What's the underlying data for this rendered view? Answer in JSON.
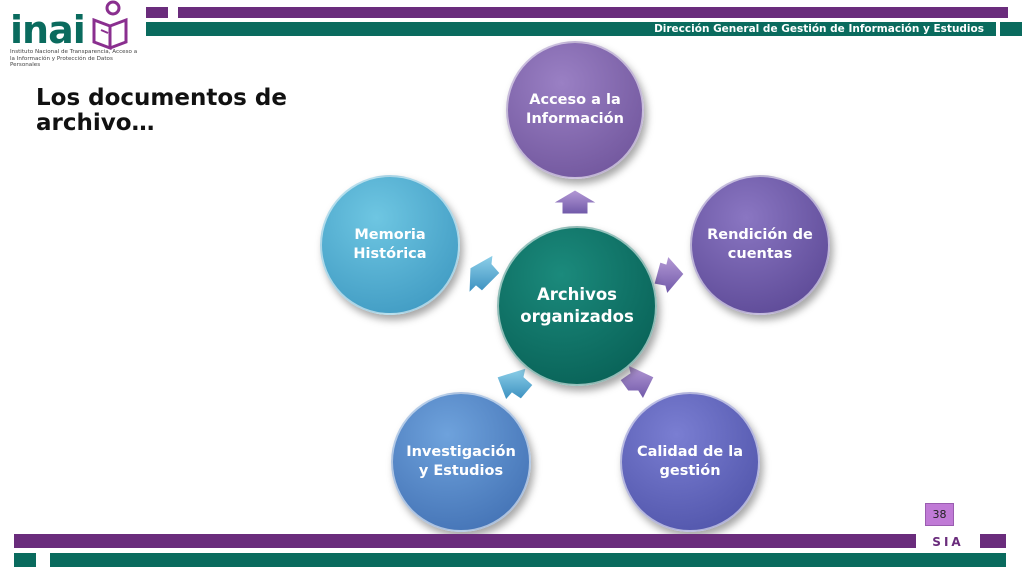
{
  "header": {
    "department": "Dirección General de Gestión de Información y Estudios",
    "logo_word": "inai",
    "logo_subtitle": "Instituto Nacional de Transparencia, Acceso a la Información y Protección de Datos Personales"
  },
  "title": {
    "line1": "Los documentos de",
    "line2": "archivo…"
  },
  "diagram": {
    "center": {
      "label": "Archivos organizados",
      "color": "#0a6b60"
    },
    "nodes": [
      {
        "label": "Acceso a la Información",
        "color": "#7b5fa6"
      },
      {
        "label": "Rendición de cuentas",
        "color": "#6a55a3"
      },
      {
        "label": "Calidad de la gestión",
        "color": "#5a5cb8"
      },
      {
        "label": "Investigación y Estudios",
        "color": "#4a7cc4"
      },
      {
        "label": "Memoria Histórica",
        "color": "#3fa2c9"
      }
    ]
  },
  "footer": {
    "page_number": "38",
    "brand": "SIA"
  },
  "colors": {
    "purple": "#6a2c7c",
    "green": "#0a6b5e"
  }
}
